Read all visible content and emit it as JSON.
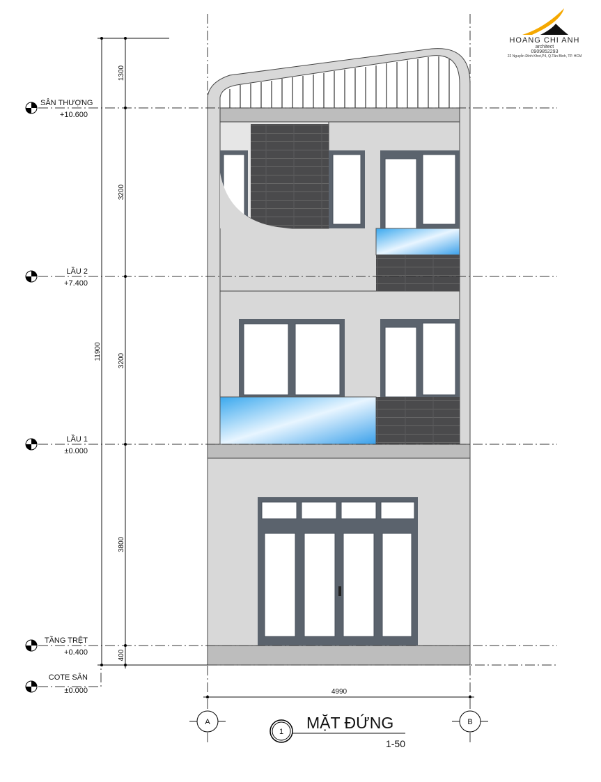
{
  "drawing": {
    "title": "MẶT ĐỨNG",
    "number": "1",
    "scale": "1-50",
    "grid_axes": [
      "A",
      "B"
    ],
    "width_dimension": "4990",
    "total_height_dimension": "11900",
    "floor_heights": [
      "1300",
      "3200",
      "3200",
      "3800",
      "400"
    ],
    "levels": [
      {
        "name": "SÂN THƯỢNG",
        "elevation": "+10.600"
      },
      {
        "name": "LẦU 2",
        "elevation": "+7.400"
      },
      {
        "name": "LẦU 1",
        "elevation": "±0.000"
      },
      {
        "name": "TẦNG TRỆT",
        "elevation": "+0.400"
      },
      {
        "name": "COTE SÂN",
        "elevation": "±0.000"
      }
    ]
  },
  "logo": {
    "brand": "HOANG CHI ANH",
    "sub": "architect",
    "phone": "0909852293",
    "address": "22 Nguyễn Đình Khơi,P4, Q.Tân Bình, TP. HCM",
    "accent": "#f5a800"
  }
}
